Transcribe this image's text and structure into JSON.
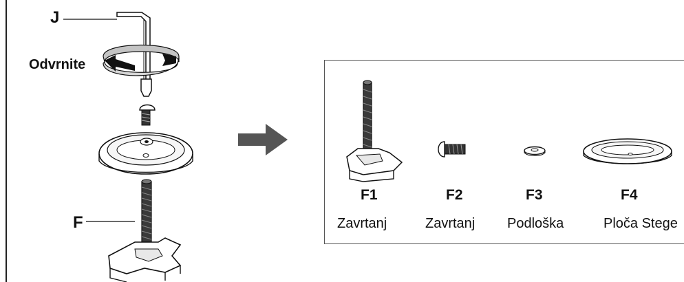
{
  "labels": {
    "tool": "J",
    "action": "Odvrnite",
    "assembly": "F"
  },
  "parts": [
    {
      "code": "F1",
      "name": "Zavrtanj"
    },
    {
      "code": "F2",
      "name": "Zavrtanj"
    },
    {
      "code": "F3",
      "name": "Podloška"
    },
    {
      "code": "F4",
      "name": "Ploča Stege"
    }
  ],
  "colors": {
    "arrow": "#555555",
    "line": "#111111",
    "rotation_band": "#bdbdbd"
  }
}
